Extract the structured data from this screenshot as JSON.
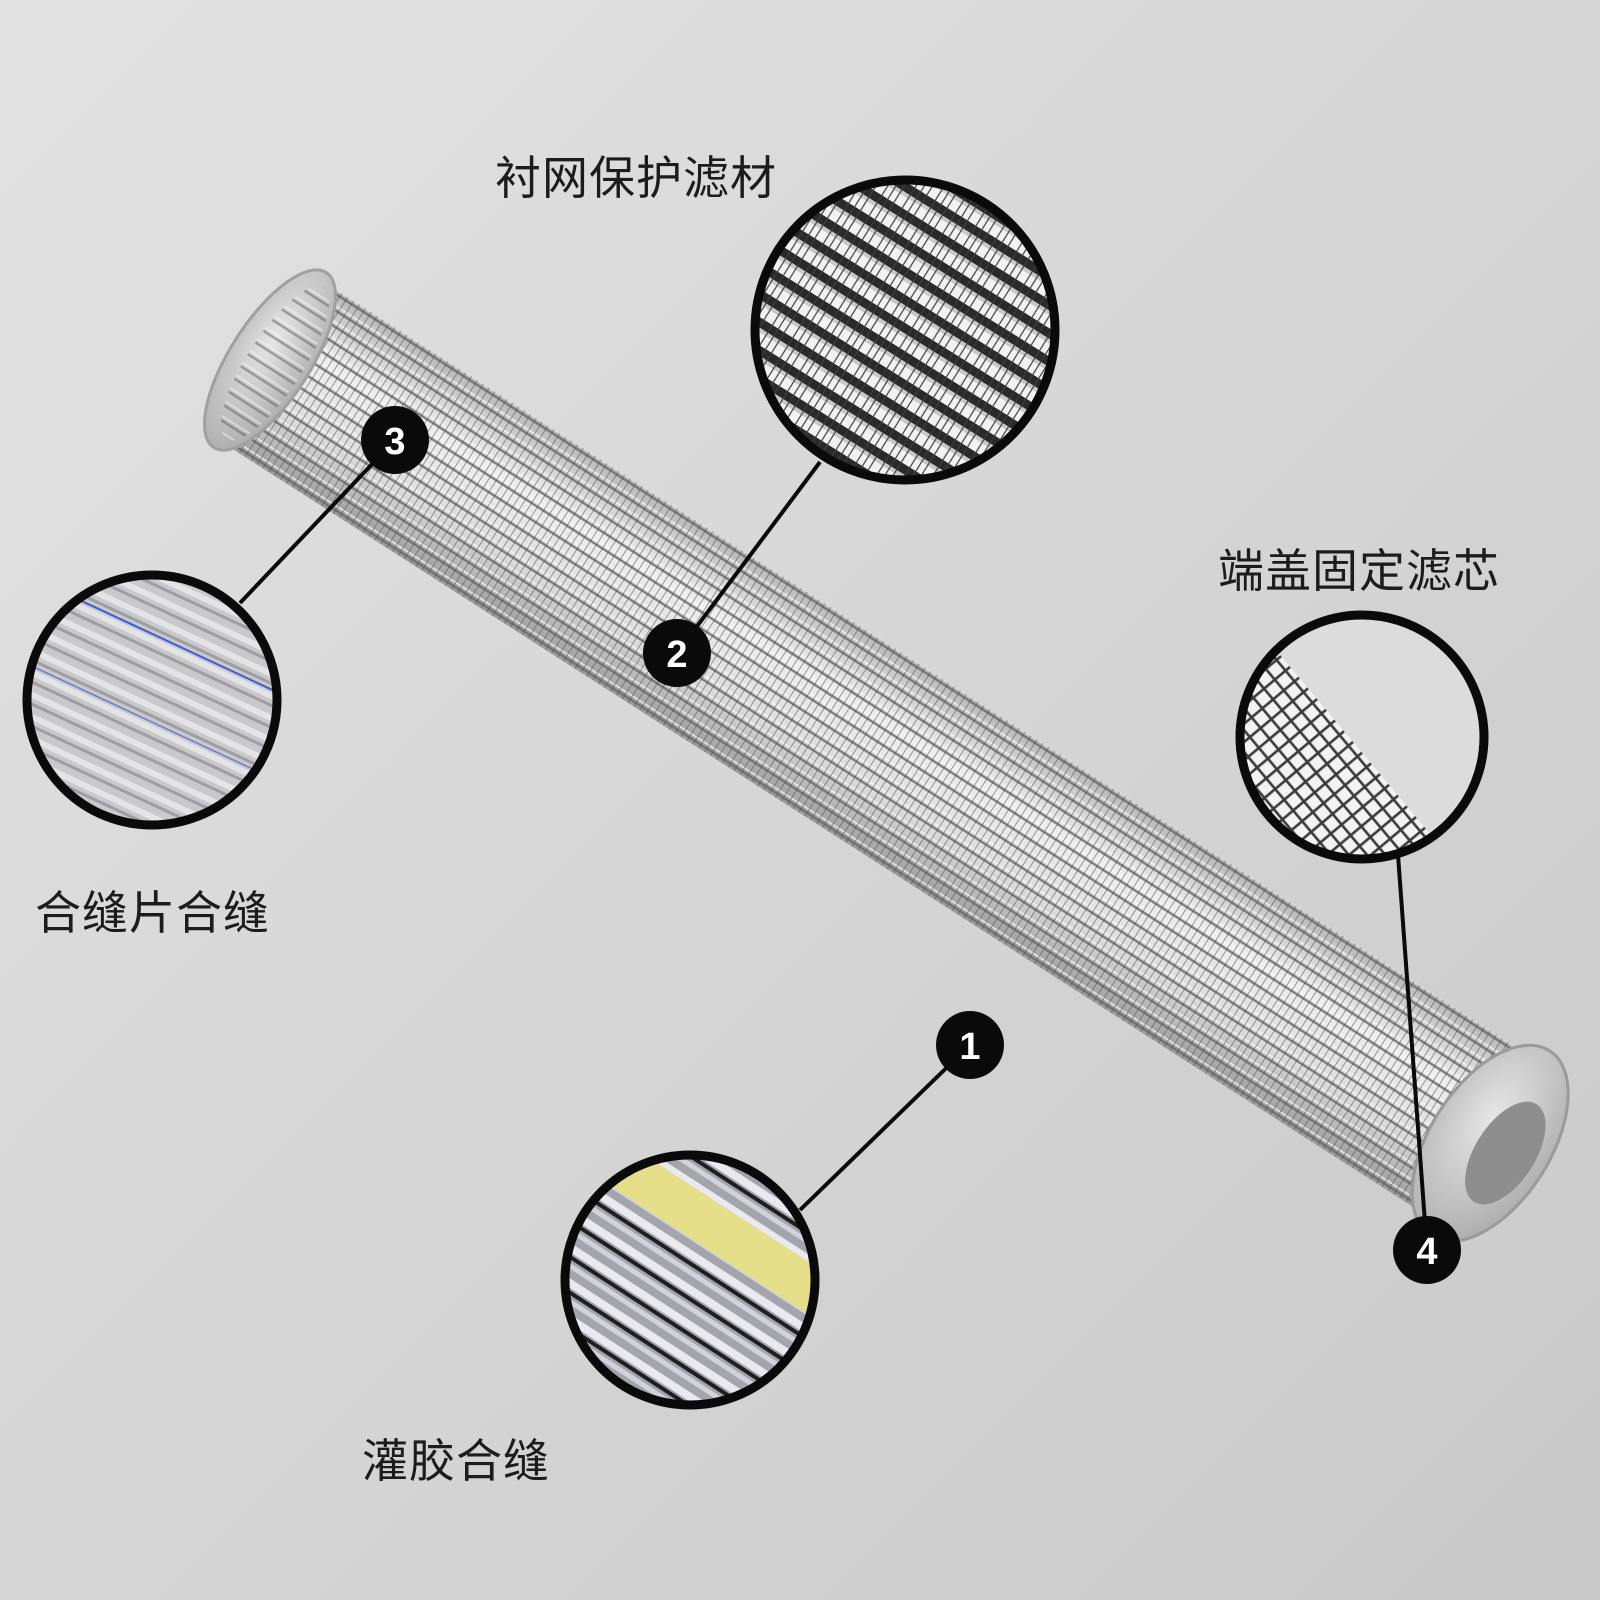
{
  "callouts": [
    {
      "number": "1",
      "label": "灌胶合缝"
    },
    {
      "number": "2",
      "label": "衬网保护滤材"
    },
    {
      "number": "3",
      "label": "合缝片合缝"
    },
    {
      "number": "4",
      "label": "端盖固定滤芯"
    }
  ],
  "colors": {
    "background": "#dcdcdc",
    "marker": "#0a0a0a",
    "marker_text": "#ffffff",
    "glue_seam": "#e6df8a",
    "seam_line": "#3b5bd6"
  }
}
